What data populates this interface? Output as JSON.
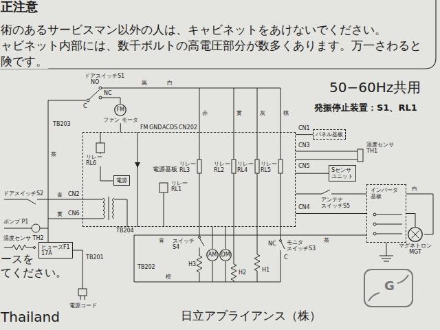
{
  "diagram": {
    "nodes": [
      {
        "text": [
          "FM",
          "ファン モータ"
        ]
      },
      {
        "text": [
          "電源基板"
        ]
      },
      {
        "text": [
          "電源"
        ],
        "in": 1
      },
      {
        "text": [
          "パネル基板"
        ]
      },
      {
        "text": [
          "Sセンサ ユニット"
        ]
      },
      {
        "text": [
          "インバータ 基板"
        ]
      },
      {
        "text": [
          "マグネトロン MGT"
        ]
      },
      {
        "text": [
          "AM"
        ]
      },
      {
        "text": [
          "DM"
        ]
      },
      {
        "text": [
          "ヒューズF1 17A"
        ]
      }
    ],
    "edges": [
      {
        "from": 0,
        "to": 1,
        "arrow": "none"
      },
      {
        "from": 1,
        "to": 3,
        "arrow": "none"
      },
      {
        "from": 1,
        "to": 4,
        "arrow": "none"
      },
      {
        "from": 1,
        "to": 5,
        "arrow": "none"
      },
      {
        "from": 5,
        "to": 6,
        "arrow": "none"
      },
      {
        "from": 1,
        "to": 7,
        "arrow": "none"
      },
      {
        "from": 1,
        "to": 8,
        "arrow": "none"
      }
    ],
    "labels": [
      "正注意",
      "術のあるサービスマン以外の人は、キャビネットをあけないでください。",
      "ャビネット内部には、数千ボルトの高電圧部分が数多くあります。万一さわると",
      "険です。",
      "50−60Hz共用",
      "発振停止装置：S1、RL1",
      "ドアスイッチS1",
      "NO",
      "NC",
      "C",
      "黒",
      "白",
      "FM",
      "GND",
      "ACDS",
      "CN202",
      "TB203",
      "リレー RL6",
      "リレー RL1",
      "リレー RL3",
      "リレー RL2",
      "リレー RL4",
      "リレー RL5",
      "赤",
      "黄",
      "灰",
      "桃",
      "CN1",
      "CN3",
      "温度センサ TH1",
      "CN5",
      "CN4",
      "アンテナ スイッチS5",
      "白",
      "ドアスイッチS2",
      "CN2",
      "青",
      "ポンプ P1",
      "CN6",
      "黄",
      "茶",
      "温度センサ TH2",
      "ースを",
      "てください。",
      "TB201",
      "電源コード",
      "TB204",
      "TB202",
      "青",
      "スイッチ S4",
      "H3",
      "H2",
      "H1",
      "NC",
      "C",
      "モニタ スイッチS3",
      "橙",
      "茶",
      "Thailand",
      "日立アプライアンス（株）",
      "G"
    ]
  }
}
